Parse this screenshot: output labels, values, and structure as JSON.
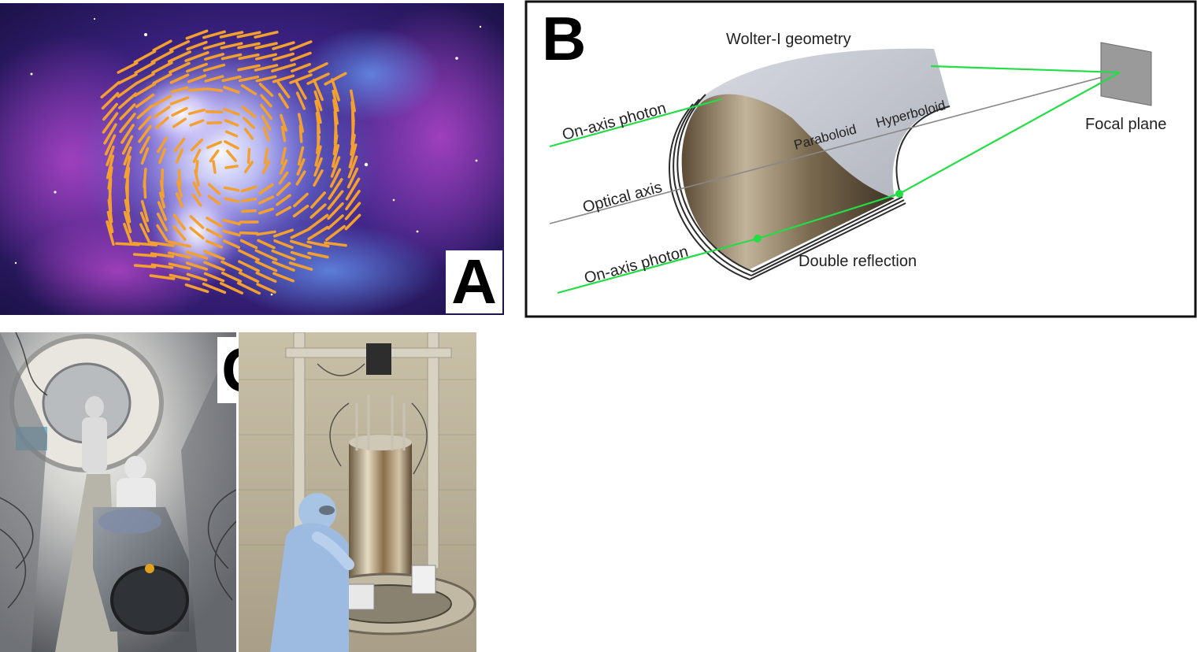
{
  "panels": {
    "a": {
      "letter": "A"
    },
    "b": {
      "letter": "B",
      "title": "Wolter-I geometry",
      "labels": {
        "on_axis_top": "On-axis photon",
        "on_axis_bottom": "On-axis photon",
        "optical_axis": "Optical axis",
        "paraboloid": "Paraboloid",
        "hyperboloid": "Hyperboloid",
        "focal_plane": "Focal plane",
        "double_reflection": "Double reflection"
      },
      "colors": {
        "photon": "#22dd44",
        "mirror": "#b5b8c2",
        "border": "#111111"
      }
    },
    "c": {
      "letter": "C"
    }
  },
  "colors": {
    "nebula_bg": "#2a1a6a",
    "polarization": "#f4a030"
  }
}
